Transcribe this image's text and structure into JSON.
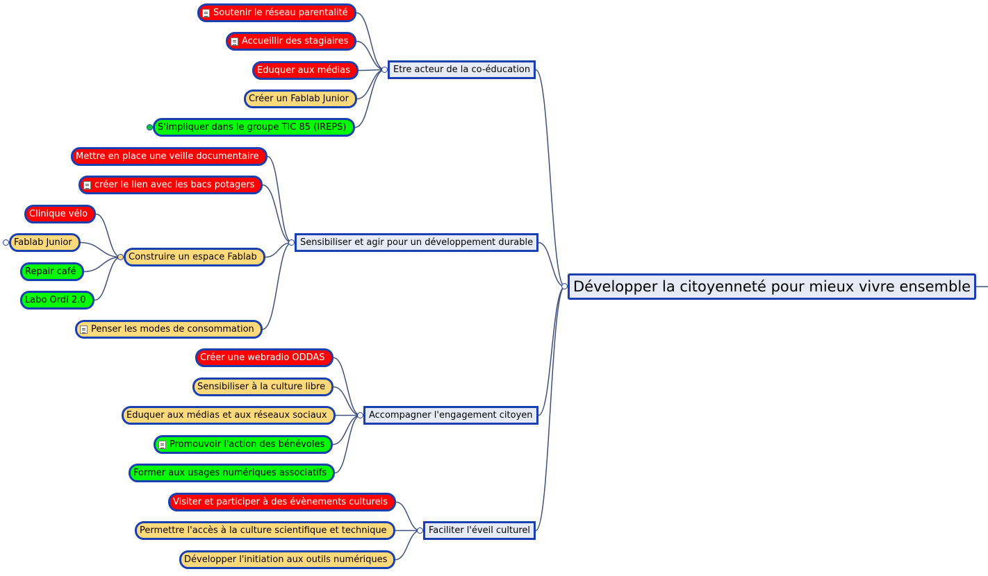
{
  "map": {
    "root": "Développer la citoyenneté pour mieux vivre ensemble",
    "branch_1": {
      "label": "Etre acteur de la co-éducation",
      "items": [
        "Soutenir le réseau parentalité",
        "Accueillir des stagiaires",
        "Eduquer aux médias",
        "Créer un Fablab Junior",
        "S'impliquer dans le groupe TIC 85 (IREPS)"
      ]
    },
    "branch_2": {
      "label": "Sensibiliser et agir pour un développement durable",
      "items": [
        "Mettre en place une veille documentaire",
        "créer le lien avec les bacs potagers",
        "Construire un espace Fablab",
        "Penser les modes de consommation"
      ],
      "fablab_items": [
        "Clinique vélo",
        "Fablab Junior",
        "Repair café",
        "Labo Ordi 2.0"
      ]
    },
    "branch_3": {
      "label": "Accompagner l'engagement citoyen",
      "items": [
        "Créer une webradio ODDAS",
        "Sensibiliser à la culture libre",
        "Eduquer aux médias et aux réseaux sociaux",
        "Promouvoir l'action des bénévoles",
        "Former aux usages numériques associatifs"
      ]
    },
    "branch_4": {
      "label": "Faciliter l'éveil culturel",
      "items": [
        "Visiter et participer à des évènements culturels",
        "Permettre l'accès à la culture scientifique et technique",
        "Développer l'initiation aux outils numériques"
      ]
    }
  },
  "colors": {
    "red": "#ff0000",
    "yellow": "#ffd97a",
    "green": "#00ff00",
    "border": "#1a3fb0",
    "box": "#e6eaf5",
    "link": "#3d4f7a"
  },
  "icons": {
    "note": "note-icon",
    "toggle": "collapse-toggle-icon"
  }
}
